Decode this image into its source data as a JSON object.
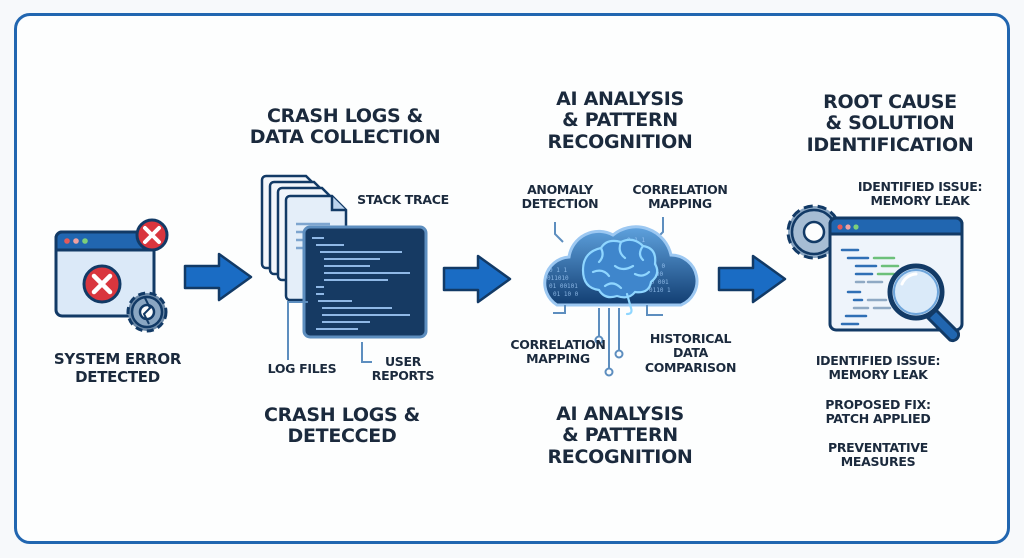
{
  "colors": {
    "frame": "#2166b0",
    "arrow": "#1a6cc4",
    "arrow_outline": "#123a66",
    "text": "#1b2a3d",
    "error_red": "#d9363e",
    "code_bg": "#163a63",
    "cloud": "#1f5d9e"
  },
  "steps": [
    {
      "title": "SYSTEM ERROR\nDETECTED",
      "icon": "browser-error-gear-icon"
    },
    {
      "title": "CRASH LOGS &\nDATA COLLECTION",
      "bottom_title": "CRASH LOGS &\nDETECCED",
      "labels": {
        "stack_trace": "STACK TRACE",
        "log_files": "LOG FILES",
        "user_reports": "USER\nREPORTS"
      },
      "icon": "documents-code-icon"
    },
    {
      "title": "AI ANALYSIS\n& PATTERN\nRECOGNITION",
      "bottom_title": "AI ANALYSIS\n& PATTERN\nRECOGNITION",
      "labels": {
        "anomaly": "ANOMALY\nDETECTION",
        "correlation_top": "CORRELATION\nMAPPING",
        "correlation_bottom": "CORRELATION\nMAPPING",
        "historical": "HISTORICAL\nDATA\nCOMPARISON"
      },
      "icon": "cloud-brain-icon"
    },
    {
      "title": "ROOT CAUSE\n& SOLUTION\nIDENTIFICATION",
      "labels": {
        "issue_top": "IDENTIFIED ISSUE:\nMEMORY LEAK",
        "issue": "IDENTIFIED ISSUE:\nMEMORY LEAK",
        "fix": "PROPOSED FIX:\nPATCH APPLIED",
        "preventative": "PREVENTATIVE\nMEASURES"
      },
      "icon": "magnifier-window-icon"
    }
  ]
}
